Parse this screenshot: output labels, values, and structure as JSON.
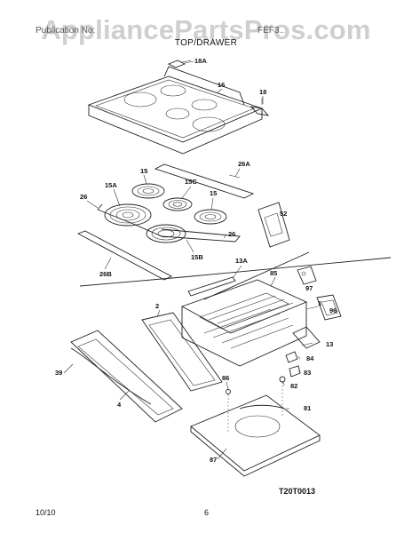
{
  "watermark": "AppliancePartsPros.com",
  "header": {
    "publication_label": "Publication No:",
    "model": "FEF3..",
    "section_title": "TOP/DRAWER"
  },
  "diagram_code": "T20T0013",
  "footer": {
    "date": "10/10",
    "page": "6"
  },
  "callouts": {
    "c18a": "18A",
    "c16": "16",
    "c18": "18",
    "c26a": "26A",
    "c15_left": "15",
    "c15c": "15C",
    "c15_right": "15",
    "c15a": "15A",
    "c26_left": "26",
    "c52": "52",
    "c26_right": "26",
    "c15b": "15B",
    "c26b": "26B",
    "c13a": "13A",
    "c85": "85",
    "c97": "97",
    "c2": "2",
    "c1": "1",
    "c96": "96",
    "c39": "39",
    "c13": "13",
    "c84": "84",
    "c83": "83",
    "c82": "82",
    "c86": "86",
    "c4": "4",
    "c81": "81",
    "c87": "87"
  }
}
